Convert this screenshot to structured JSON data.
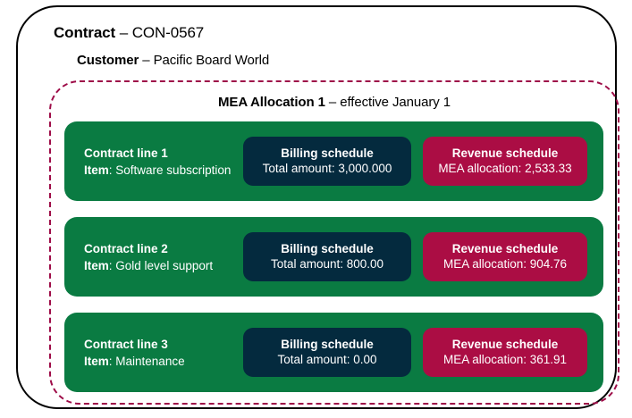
{
  "contract": {
    "label": "Contract",
    "separator": " – ",
    "value": "CON-0567"
  },
  "customer": {
    "label": "Customer",
    "separator": " – ",
    "value": "Pacific Board World"
  },
  "mea_allocation": {
    "label": "MEA Allocation 1",
    "separator": " – ",
    "value": "effective January 1"
  },
  "colors": {
    "contract_border": "#000000",
    "mea_border": "#9e0c48",
    "contract_line": "#0a7b42",
    "billing_schedule": "#042a3e",
    "revenue_schedule": "#ab0d44",
    "text_on_dark": "#ffffff"
  },
  "contract_lines": [
    {
      "line_label": "Contract line 1",
      "item_label": "Item",
      "item_separator": ": ",
      "item_value": "Software subscription",
      "billing": {
        "title": "Billing schedule",
        "value": "Total amount: 3,000.000"
      },
      "revenue": {
        "title": "Revenue schedule",
        "value": "MEA allocation: 2,533.33"
      }
    },
    {
      "line_label": "Contract line 2",
      "item_label": "Item",
      "item_separator": ": ",
      "item_value": "Gold level support",
      "billing": {
        "title": "Billing schedule",
        "value": "Total amount: 800.00"
      },
      "revenue": {
        "title": "Revenue schedule",
        "value": "MEA allocation: 904.76"
      }
    },
    {
      "line_label": "Contract line 3",
      "item_label": "Item",
      "item_separator": ": ",
      "item_value": "Maintenance",
      "billing": {
        "title": "Billing schedule",
        "value": "Total amount: 0.00"
      },
      "revenue": {
        "title": "Revenue schedule",
        "value": "MEA allocation: 361.91"
      }
    }
  ]
}
